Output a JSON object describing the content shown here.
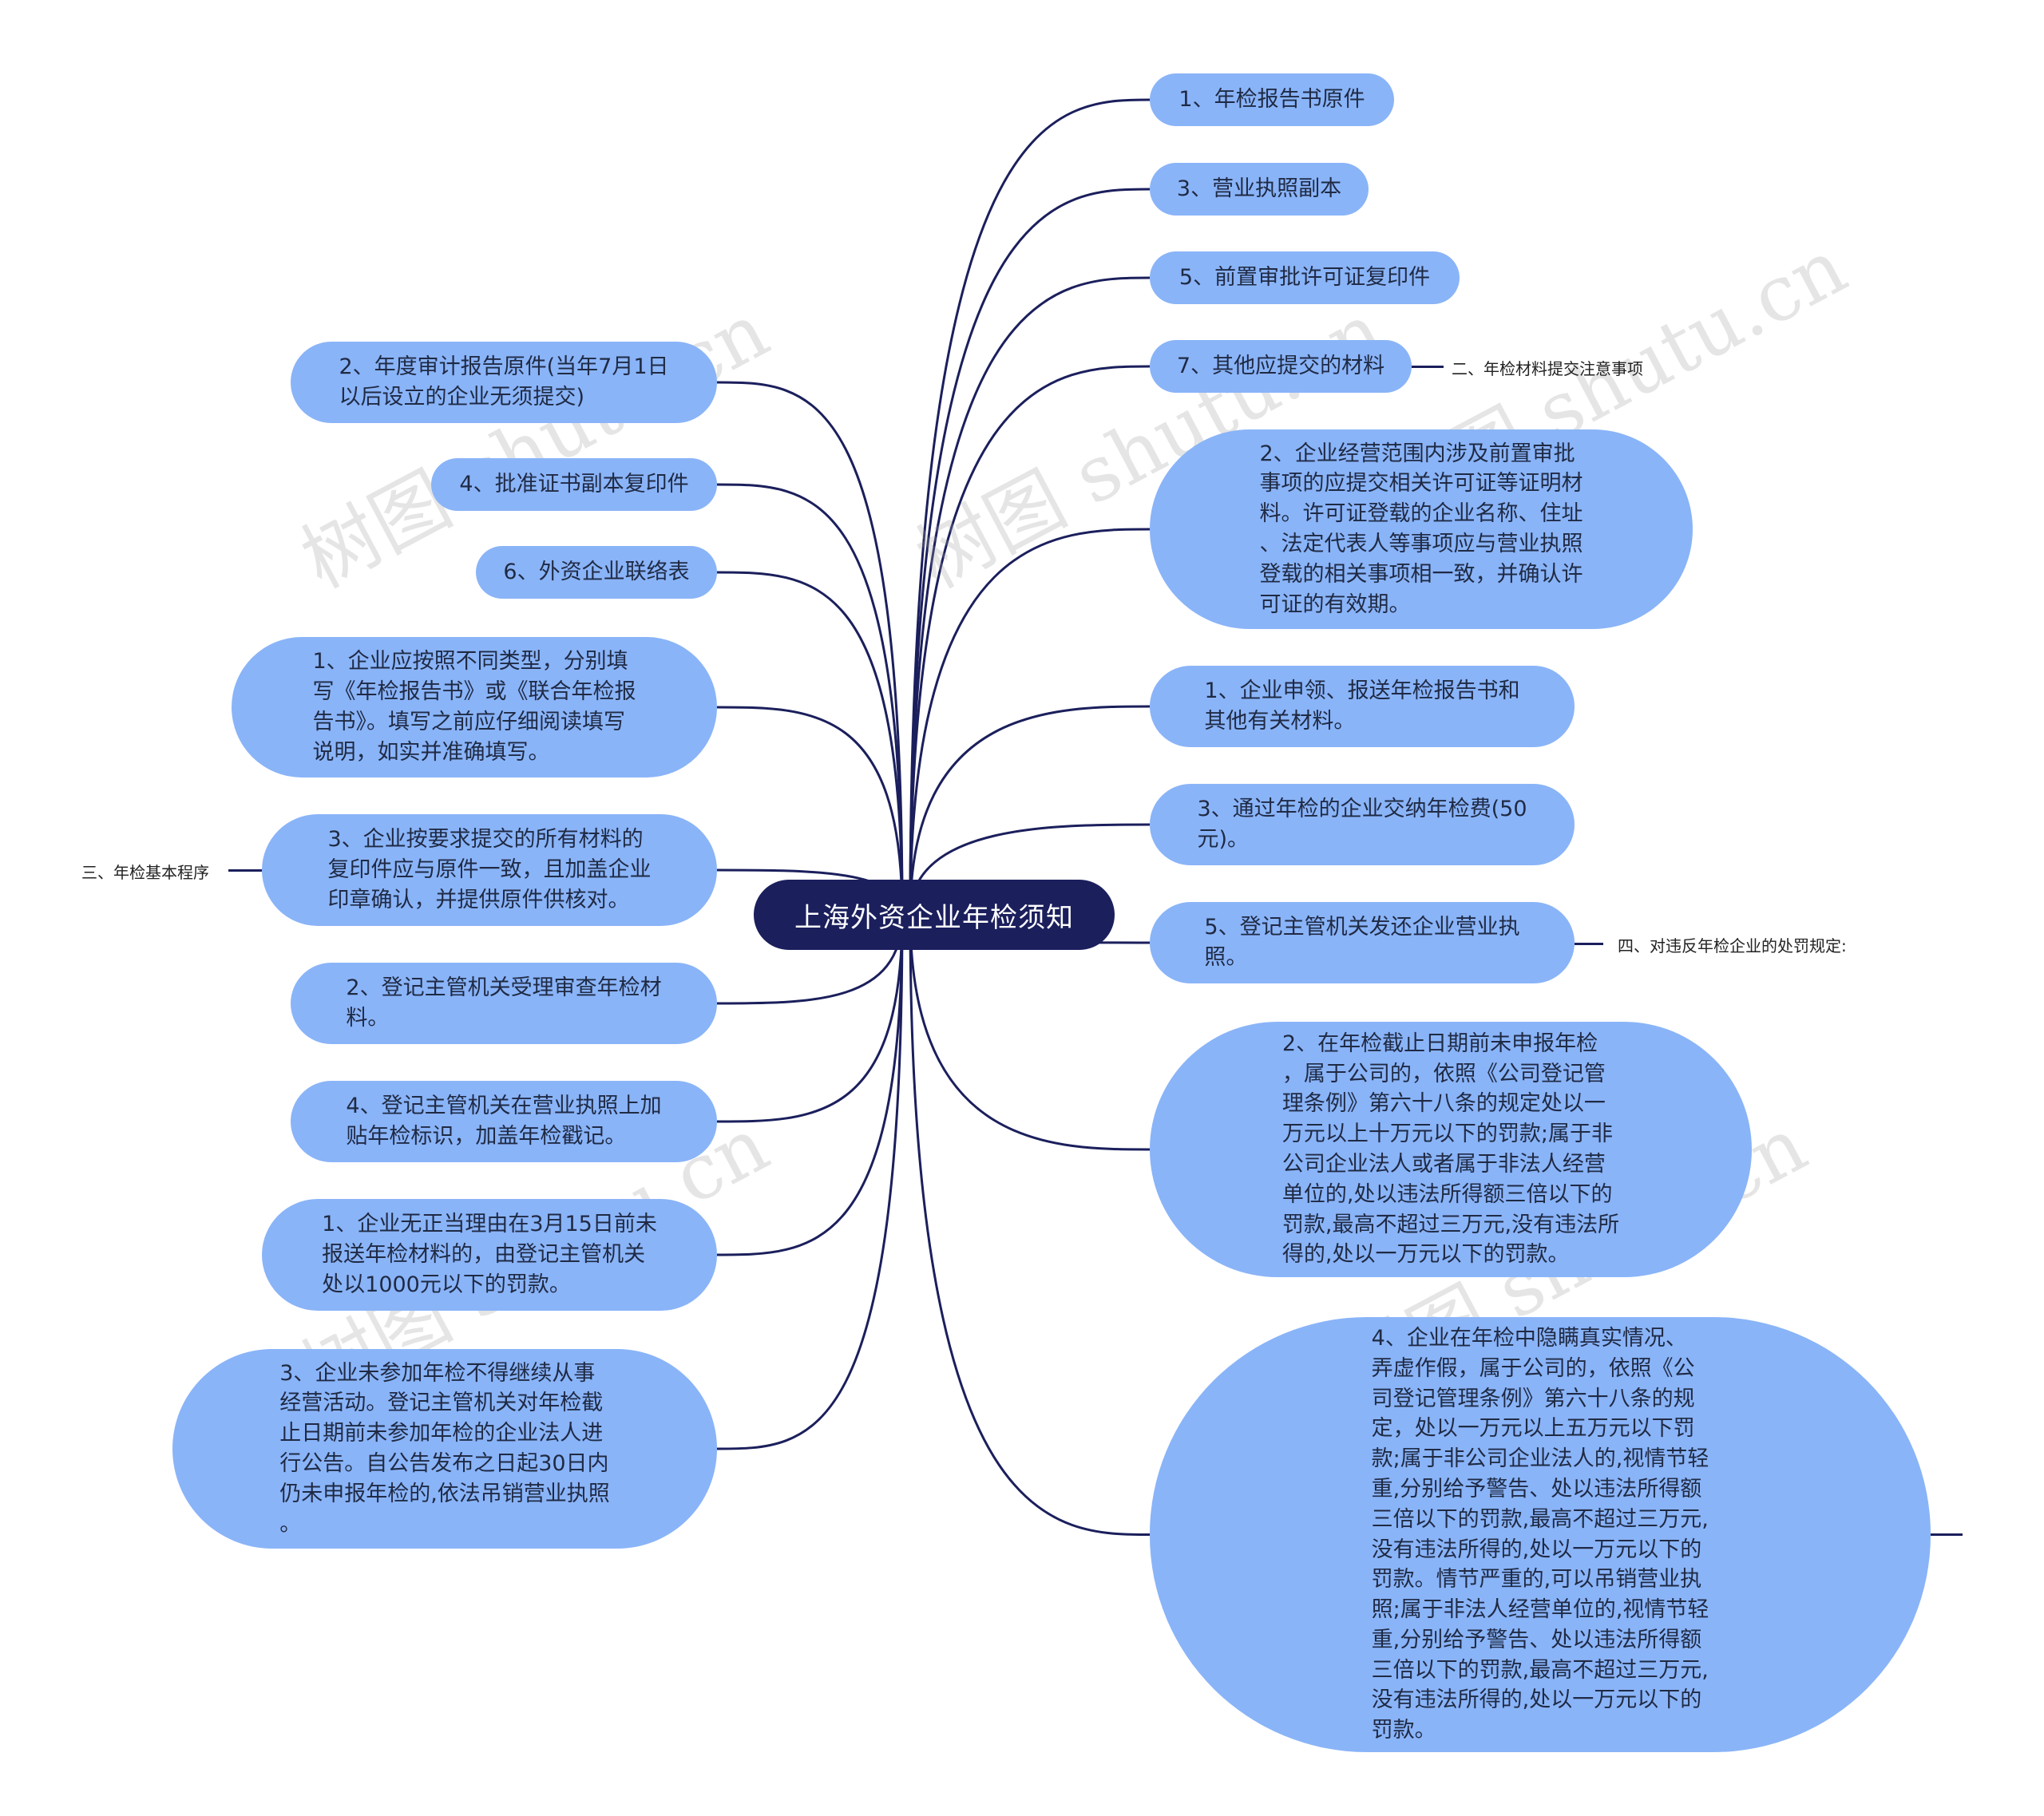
{
  "root": {
    "label": "上海外资企业年检须知"
  },
  "branch_labels": {
    "left": "三、年检基本程序",
    "right_top": "二、年检材料提交注意事项",
    "right_middle": "四、对违反年检企业的处罚规定:"
  },
  "watermark": "树图 shutu.cn",
  "nodes": [
    {
      "id": "r1",
      "text": "1、年检报告书原件"
    },
    {
      "id": "r2",
      "text": "3、营业执照副本"
    },
    {
      "id": "r3",
      "text": "5、前置审批许可证复印件"
    },
    {
      "id": "r4",
      "text": "7、其他应提交的材料"
    },
    {
      "id": "r5",
      "text": "2、企业经营范围内涉及前置审批\n事项的应提交相关许可证等证明材\n料。许可证登载的企业名称、住址\n、法定代表人等事项应与营业执照\n登载的相关事项相一致，并确认许\n可证的有效期。"
    },
    {
      "id": "r6",
      "text": "1、企业申领、报送年检报告书和\n其他有关材料。"
    },
    {
      "id": "r7",
      "text": "3、通过年检的企业交纳年检费(50\n元)。"
    },
    {
      "id": "r8",
      "text": "5、登记主管机关发还企业营业执\n照。"
    },
    {
      "id": "r9",
      "text": "2、在年检截止日期前未申报年检\n，属于公司的，依照《公司登记管\n理条例》第六十八条的规定处以一\n万元以上十万元以下的罚款;属于非\n公司企业法人或者属于非法人经营\n单位的,处以违法所得额三倍以下的\n罚款,最高不超过三万元,没有违法所\n得的,处以一万元以下的罚款。"
    },
    {
      "id": "r10",
      "text": "4、企业在年检中隐瞒真实情况、\n弄虚作假，属于公司的，依照《公\n司登记管理条例》第六十八条的规\n定，处以一万元以上五万元以下罚\n款;属于非公司企业法人的,视情节轻\n重,分别给予警告、处以违法所得额\n三倍以下的罚款,最高不超过三万元,\n没有违法所得的,处以一万元以下的\n罚款。情节严重的,可以吊销营业执\n照;属于非法人经营单位的,视情节轻\n重,分别给予警告、处以违法所得额\n三倍以下的罚款,最高不超过三万元,\n没有违法所得的,处以一万元以下的\n罚款。"
    },
    {
      "id": "l1",
      "text": "2、年度审计报告原件(当年7月1日\n以后设立的企业无须提交)"
    },
    {
      "id": "l2",
      "text": "4、批准证书副本复印件"
    },
    {
      "id": "l3",
      "text": "6、外资企业联络表"
    },
    {
      "id": "l4",
      "text": "1、企业应按照不同类型，分别填\n写《年检报告书》或《联合年检报\n告书》。填写之前应仔细阅读填写\n说明，如实并准确填写。"
    },
    {
      "id": "l5",
      "text": "3、企业按要求提交的所有材料的\n复印件应与原件一致，且加盖企业\n印章确认，并提供原件供核对。"
    },
    {
      "id": "l6",
      "text": "2、登记主管机关受理审查年检材\n料。"
    },
    {
      "id": "l7",
      "text": "4、登记主管机关在营业执照上加\n贴年检标识，加盖年检戳记。"
    },
    {
      "id": "l8",
      "text": "1、企业无正当理由在3月15日前未\n报送年检材料的，由登记主管机关\n处以1000元以下的罚款。"
    },
    {
      "id": "l9",
      "text": "3、企业未参加年检不得继续从事\n经营活动。登记主管机关对年检截\n止日期前未参加年检的企业法人进\n行公告。自公告发布之日起30日内\n仍未申报年检的,依法吊销营业执照\n。"
    }
  ],
  "colors": {
    "node": "#8ab4f8",
    "root": "#1b1f5c",
    "edge": "#1b1f5c",
    "text": "#1f2a44"
  }
}
